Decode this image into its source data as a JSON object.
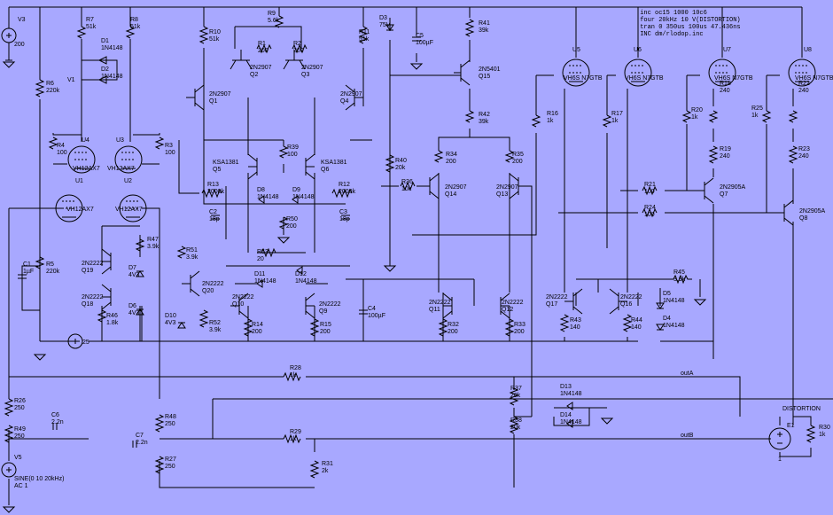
{
  "directives": [
    ".inc oc15 1000 10c6",
    ".four 20kHz 10 V(DISTORTION)",
    ".tran 0 350us 100us 47.436ns",
    ".INC dm/rlodop.inc"
  ],
  "resistors": [
    {
      "id": "R7",
      "val": "51k"
    },
    {
      "id": "R8",
      "val": "51k"
    },
    {
      "id": "R6",
      "val": "220k"
    },
    {
      "id": "R4",
      "val": "100"
    },
    {
      "id": "R3",
      "val": "100"
    },
    {
      "id": "R5",
      "val": "220k"
    },
    {
      "id": "R10",
      "val": "51k"
    },
    {
      "id": "R9",
      "val": "5.6k"
    },
    {
      "id": "R1",
      "val": "200"
    },
    {
      "id": "R2",
      "val": "200"
    },
    {
      "id": "R11",
      "val": "51k"
    },
    {
      "id": "R41",
      "val": "39k"
    },
    {
      "id": "R42",
      "val": "39k"
    },
    {
      "id": "R39",
      "val": "100"
    },
    {
      "id": "R13",
      "val": "2000k"
    },
    {
      "id": "R12",
      "val": "2000k"
    },
    {
      "id": "R40",
      "val": "20k"
    },
    {
      "id": "R36",
      "val": "10k"
    },
    {
      "id": "R34",
      "val": "200"
    },
    {
      "id": "R35",
      "val": "200"
    },
    {
      "id": "R50",
      "val": "200"
    },
    {
      "id": "R16",
      "val": "1k"
    },
    {
      "id": "R17",
      "val": "1k"
    },
    {
      "id": "R20",
      "val": "1k"
    },
    {
      "id": "R18",
      "val": "240"
    },
    {
      "id": "R19",
      "val": "240"
    },
    {
      "id": "R25",
      "val": "1k"
    },
    {
      "id": "R22",
      "val": "240"
    },
    {
      "id": "R23",
      "val": "240"
    },
    {
      "id": "R21",
      "val": "100"
    },
    {
      "id": "R24",
      "val": "100"
    },
    {
      "id": "R47",
      "val": "3.9k"
    },
    {
      "id": "R51",
      "val": "3.9k"
    },
    {
      "id": "R46",
      "val": "1.8k"
    },
    {
      "id": "R52",
      "val": "3.9k"
    },
    {
      "id": "R53",
      "val": "20"
    },
    {
      "id": "R14",
      "val": "200"
    },
    {
      "id": "R15",
      "val": "200"
    },
    {
      "id": "R32",
      "val": "200"
    },
    {
      "id": "R33",
      "val": "200"
    },
    {
      "id": "R43",
      "val": "140"
    },
    {
      "id": "R44",
      "val": "140"
    },
    {
      "id": "R45",
      "val": "3.9k"
    },
    {
      "id": "R28",
      "val": "1k"
    },
    {
      "id": "R26",
      "val": "250"
    },
    {
      "id": "R49",
      "val": "250"
    },
    {
      "id": "R48",
      "val": "250"
    },
    {
      "id": "R27",
      "val": "250"
    },
    {
      "id": "R29",
      "val": "1k"
    },
    {
      "id": "R31",
      "val": "2k"
    },
    {
      "id": "R37",
      "val": "20k"
    },
    {
      "id": "R38",
      "val": "20k"
    },
    {
      "id": "R30",
      "val": "1k"
    }
  ],
  "capacitors": [
    {
      "id": "C5",
      "val": "100µF"
    },
    {
      "id": "C1",
      "val": "1µF"
    },
    {
      "id": "C2",
      "val": "18p"
    },
    {
      "id": "C3",
      "val": "18p"
    },
    {
      "id": "C4",
      "val": "100µF"
    },
    {
      "id": "C6",
      "val": "2.2n"
    },
    {
      "id": "C7",
      "val": "2.2n"
    }
  ],
  "diodes": [
    {
      "id": "D1",
      "val": "1N4148"
    },
    {
      "id": "D2",
      "val": "1N4148"
    },
    {
      "id": "D3",
      "val": "75V"
    },
    {
      "id": "D8",
      "val": "1N4148"
    },
    {
      "id": "D9",
      "val": "1N4148"
    },
    {
      "id": "D11",
      "val": "1N4148"
    },
    {
      "id": "D12",
      "val": "1N4148"
    },
    {
      "id": "D7",
      "val": "4V3"
    },
    {
      "id": "D6",
      "val": "4V3"
    },
    {
      "id": "D10",
      "val": "4V3"
    },
    {
      "id": "D13",
      "val": "1N4148"
    },
    {
      "id": "D14",
      "val": "1N4148"
    },
    {
      "id": "D5",
      "val": "1N4148"
    },
    {
      "id": "D4",
      "val": "1N4148"
    }
  ],
  "transistors": [
    {
      "id": "Q1",
      "type": "2N2907"
    },
    {
      "id": "Q2",
      "type": "2N2907"
    },
    {
      "id": "Q3",
      "type": "2N2907"
    },
    {
      "id": "Q4",
      "type": "2N2907"
    },
    {
      "id": "Q5",
      "type": "KSA1381"
    },
    {
      "id": "Q6",
      "type": "KSA1381"
    },
    {
      "id": "Q15",
      "type": "2N5401"
    },
    {
      "id": "Q14",
      "type": "2N2907"
    },
    {
      "id": "Q13",
      "type": "2N2907"
    },
    {
      "id": "Q10",
      "type": "2N2222"
    },
    {
      "id": "Q9",
      "type": "2N2222"
    },
    {
      "id": "Q11",
      "type": "2N2222"
    },
    {
      "id": "Q12",
      "type": "2N2222"
    },
    {
      "id": "Q19",
      "type": "2N2222"
    },
    {
      "id": "Q18",
      "type": "2N2222"
    },
    {
      "id": "Q20",
      "type": "2N2222"
    },
    {
      "id": "Q17",
      "type": "2N2222"
    },
    {
      "id": "Q16",
      "type": "2N2222"
    },
    {
      "id": "Q7",
      "type": "2N2905A"
    },
    {
      "id": "Q8",
      "type": "2N2905A"
    }
  ],
  "tubes": [
    {
      "id": "U4",
      "type": "VH12AX7"
    },
    {
      "id": "U3",
      "type": "VH12AX7"
    },
    {
      "id": "U1",
      "type": "VH12AX7"
    },
    {
      "id": "U2",
      "type": "VH12AX7"
    },
    {
      "id": "U5",
      "type": "VH6S N7GTB"
    },
    {
      "id": "U6",
      "type": "VH6S N7GTB"
    },
    {
      "id": "U7",
      "type": "VH6S N7GTB"
    },
    {
      "id": "U8",
      "type": "VH6S N7GTB"
    }
  ],
  "sources": [
    {
      "id": "V3",
      "val": "200"
    },
    {
      "id": "V1",
      "val": "25"
    },
    {
      "id": "V5",
      "val": "SINE(0 10 20kHz)",
      "ac": "AC 1"
    },
    {
      "id": "E1",
      "val": "1"
    }
  ],
  "nets": {
    "outA": "outA",
    "outB": "outB",
    "distortion": "DISTORTION"
  }
}
